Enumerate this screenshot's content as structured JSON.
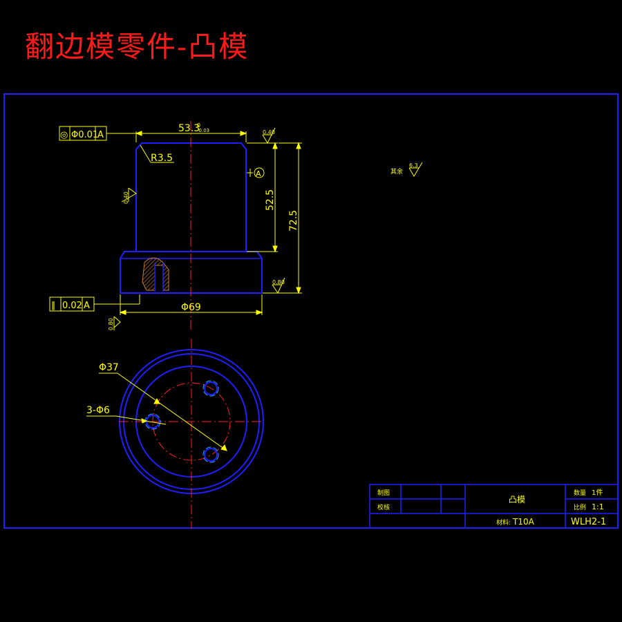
{
  "title": "翻边模零件-凸模",
  "colors": {
    "outline": "#1f1fff",
    "dimension": "#ffff00",
    "center": "#ff2020",
    "hatch": "#c87a2a",
    "title_text": "#ff1a1a",
    "background": "#000000"
  },
  "feature_frames": {
    "concentricity": {
      "symbol": "◎",
      "tolerance": "Φ0.01",
      "datum": "A"
    },
    "parallelism": {
      "symbol": "∥",
      "tolerance": "0.02",
      "datum": "A"
    }
  },
  "dimensions": {
    "top_width": "53.3",
    "top_width_tol": "-0.03",
    "top_width_tol_up": "0",
    "radius": "R3.5",
    "upper_height": "52.5",
    "total_height": "72.5",
    "base_diameter": "Φ69",
    "pcd": "Φ37",
    "holes": "3-Φ6"
  },
  "roughness": {
    "right_top": "0.40",
    "left_side": "0.40",
    "right_bottom": "0.80",
    "bottom": "0.80",
    "other_label": "其余",
    "other_value": "6.3"
  },
  "datum": "A",
  "title_block": {
    "drawn_label": "制图",
    "checked_label": "校核",
    "part_name": "凸模",
    "qty_label": "数量",
    "qty_value": "1件",
    "scale_label": "比例",
    "scale_value": "1:1",
    "material_label": "材料:",
    "material_value": "T10A",
    "drawing_no": "WLH2-1"
  }
}
